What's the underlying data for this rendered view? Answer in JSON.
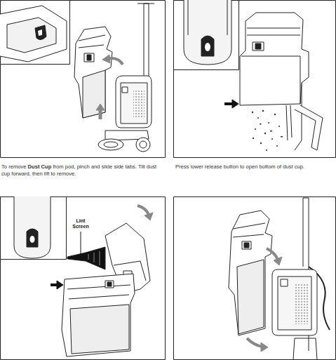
{
  "diagram": {
    "labels": [
      "To remove",
      "Dust Cup",
      "from pod, pinch and slide side tabs. Tilt dust cup forward, then lift to remove.",
      "Press lower release button to open bottom of dust cup.",
      "Lint Screen"
    ]
  }
}
